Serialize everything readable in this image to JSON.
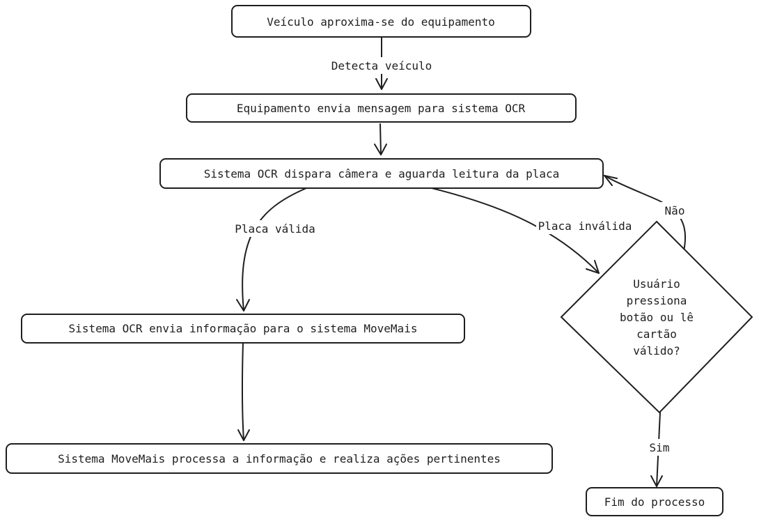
{
  "nodes": {
    "start": "Veículo aproxima-se do equipamento",
    "send_message": "Equipamento envia mensagem para sistema OCR",
    "ocr_camera": "Sistema OCR dispara câmera e aguarda leitura da placa",
    "ocr_send_info": "Sistema OCR envia informação para o sistema MoveMais",
    "movemais_process": "Sistema MoveMais processa a informação e realiza ações pertinentes",
    "decision": [
      "Usuário",
      "pressiona",
      "botão ou lê",
      "cartão",
      "válido?"
    ],
    "end": "Fim do processo"
  },
  "edges": {
    "detects_vehicle": "Detecta veículo",
    "valid_plate": "Placa válida",
    "invalid_plate": "Placa inválida",
    "no": "Não",
    "yes": "Sim"
  }
}
